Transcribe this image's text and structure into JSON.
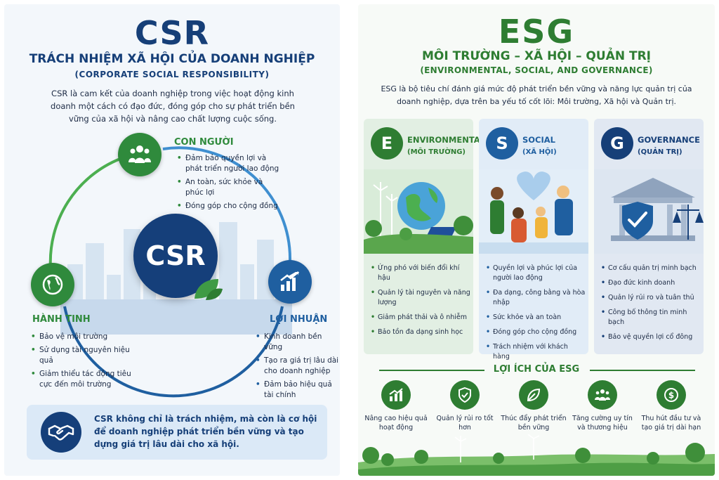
{
  "csr": {
    "title": "CSR",
    "subtitle": "TRÁCH NHIỆM XÃ HỘI CỦA DOANH NGHIỆP",
    "subtitle_en": "(CORPORATE SOCIAL RESPONSIBILITY)",
    "intro": "CSR là cam kết của doanh nghiệp trong việc hoạt động kinh doanh một cách có đạo đức, đóng góp cho sự phát triển bền vững của xã hội và nâng cao chất lượng cuộc sống.",
    "core_label": "CSR",
    "people": {
      "title": "CON NGƯỜI",
      "items": [
        "Đảm bảo quyền lợi và phát triển người lao động",
        "An toàn, sức khỏe và phúc lợi",
        "Đóng góp cho cộng đồng"
      ]
    },
    "planet": {
      "title": "HÀNH TINH",
      "items": [
        "Bảo vệ môi trường",
        "Sử dụng tài nguyên hiệu quả",
        "Giảm thiểu tác động tiêu cực đến môi trường"
      ]
    },
    "profit": {
      "title": "LỢI NHUẬN",
      "items": [
        "Kinh doanh bền vững",
        "Tạo ra giá trị lâu dài cho doanh nghiệp",
        "Đảm bảo hiệu quả tài chính"
      ]
    },
    "summary": "CSR không chỉ là trách nhiệm, mà còn là cơ hội để doanh nghiệp phát triển bền vững và tạo dựng giá trị lâu dài cho xã hội.",
    "colors": {
      "navy": "#153f7a",
      "green": "#2f8a3c",
      "blue": "#1f5fa0"
    }
  },
  "esg": {
    "title": "ESG",
    "subtitle": "MÔI TRƯỜNG – XÃ HỘI – QUẢN TRỊ",
    "subtitle_en": "(ENVIRONMENTAL, SOCIAL, AND GOVERNANCE)",
    "intro": "ESG là bộ tiêu chí đánh giá mức độ phát triển bền vững và năng lực quản trị của doanh nghiệp, dựa trên ba yếu tố cốt lõi: Môi trường, Xã hội và Quản trị.",
    "pillars": [
      {
        "letter": "E",
        "name": "ENVIRONMENTAL",
        "name_vi": "(MÔI TRƯỜNG)",
        "items": [
          "Ứng phó với biến đổi khí hậu",
          "Quản lý tài nguyên và năng lượng",
          "Giảm phát thải và ô nhiễm",
          "Bảo tồn đa dạng sinh học"
        ]
      },
      {
        "letter": "S",
        "name": "SOCIAL",
        "name_vi": "(XÃ HỘI)",
        "items": [
          "Quyền lợi và phúc lợi của người lao động",
          "Đa dạng, công bằng và hòa nhập",
          "Sức khỏe và an toàn",
          "Đóng góp cho cộng đồng",
          "Trách nhiệm với khách hàng"
        ]
      },
      {
        "letter": "G",
        "name": "GOVERNANCE",
        "name_vi": "(QUẢN TRỊ)",
        "items": [
          "Cơ cấu quản trị minh bạch",
          "Đạo đức kinh doanh",
          "Quản lý rủi ro và tuân thủ",
          "Công bố thông tin minh bạch",
          "Bảo vệ quyền lợi cổ đông"
        ]
      }
    ],
    "benefits_title": "LỢI ÍCH CỦA ESG",
    "benefits": [
      {
        "icon": "bar-chart-icon",
        "label": "Nâng cao hiệu quả hoạt động"
      },
      {
        "icon": "shield-check-icon",
        "label": "Quản lý rủi ro tốt hơn"
      },
      {
        "icon": "leaf-icon",
        "label": "Thúc đẩy phát triển bền vững"
      },
      {
        "icon": "people-icon",
        "label": "Tăng cường uy tín và thương hiệu"
      },
      {
        "icon": "dollar-icon",
        "label": "Thu hút đầu tư và tạo giá trị dài hạn"
      }
    ],
    "colors": {
      "green": "#2e7d32",
      "blue": "#1f5fa0",
      "navy": "#163f78"
    }
  }
}
